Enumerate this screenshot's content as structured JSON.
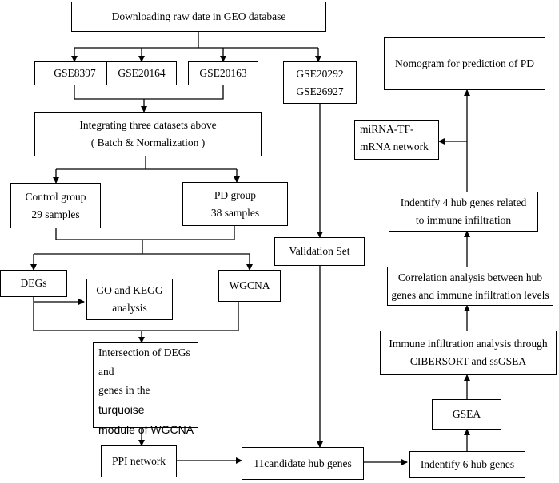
{
  "nodes": {
    "download": "Downloading raw date in GEO database",
    "gse8397": "GSE8397",
    "gse20164": "GSE20164",
    "gse20163": "GSE20163",
    "gse20292": "GSE20292",
    "gse26927": "GSE26927",
    "integrate_l1": "Integrating three datasets above",
    "integrate_l2": "( Batch & Normalization )",
    "control_l1": "Control group",
    "control_l2": "29 samples",
    "pd_l1": "PD group",
    "pd_l2": "38 samples",
    "degs": "DEGs",
    "wgcna": "WGCNA",
    "go_l1": "GO and KEGG",
    "go_l2": "analysis",
    "inter_l1": "Intersection of DEGs and",
    "inter_l2a": "genes in the ",
    "inter_l2b": "turquoise",
    "inter_l3": "module of WGCNA",
    "validation": "Validation Set",
    "ppi": "PPI network",
    "candidate": "11candidate hub genes",
    "six_hub": "Indentify 6 hub genes",
    "gsea": "GSEA",
    "immune_l1": "Immune infiltration analysis through",
    "immune_l2": "CIBERSORT and ssGSEA",
    "corr_l1": "Correlation analysis between hub",
    "corr_l2": "genes and immune infiltration levels",
    "four_l1": "Indentify 4 hub genes related",
    "four_l2": "to immune infiltration",
    "mirna_l1": "miRNA-TF-",
    "mirna_l2": "mRNA network",
    "nomogram": "Nomogram for prediction of PD"
  }
}
